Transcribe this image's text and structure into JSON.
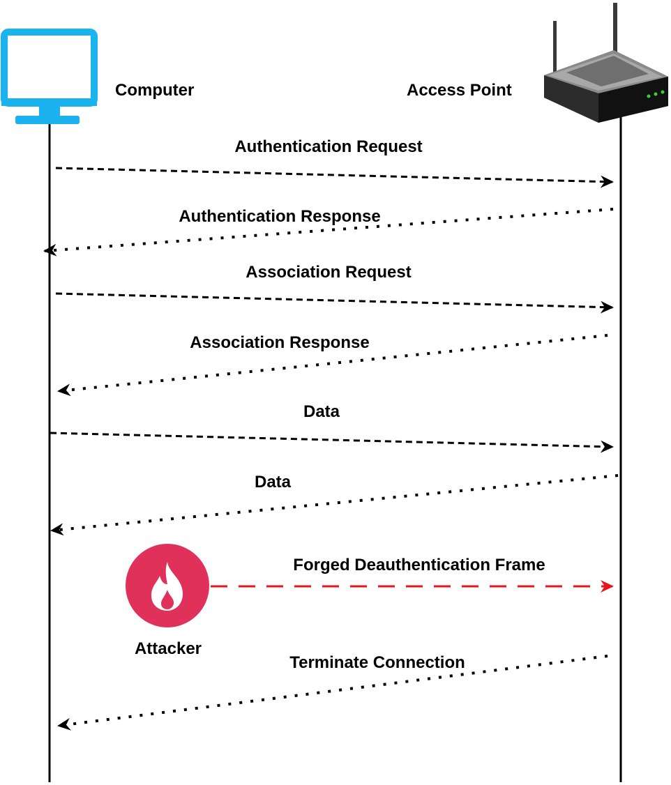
{
  "participants": {
    "computer": {
      "label": "Computer",
      "icon": "monitor-icon",
      "color": "#1ab2ef"
    },
    "access_point": {
      "label": "Access Point",
      "icon": "wireless-router-icon"
    },
    "attacker": {
      "label": "Attacker",
      "icon": "fire-icon",
      "color": "#e0315a"
    }
  },
  "messages": [
    {
      "label": "Authentication Request",
      "from": "computer",
      "to": "access_point",
      "style": "dashed",
      "color": "#000000"
    },
    {
      "label": "Authentication Response",
      "from": "access_point",
      "to": "computer",
      "style": "dotted",
      "color": "#000000"
    },
    {
      "label": "Association Request",
      "from": "computer",
      "to": "access_point",
      "style": "dashed",
      "color": "#000000"
    },
    {
      "label": "Association Response",
      "from": "access_point",
      "to": "computer",
      "style": "dotted",
      "color": "#000000"
    },
    {
      "label": "Data",
      "from": "computer",
      "to": "access_point",
      "style": "dashed",
      "color": "#000000"
    },
    {
      "label": "Data",
      "from": "access_point",
      "to": "computer",
      "style": "dotted",
      "color": "#000000"
    },
    {
      "label": "Forged Deauthentication Frame",
      "from": "attacker",
      "to": "access_point",
      "style": "long-dashed",
      "color": "#e8141b"
    },
    {
      "label": "Terminate Connection",
      "from": "access_point",
      "to": "computer",
      "style": "dotted",
      "color": "#000000"
    }
  ]
}
